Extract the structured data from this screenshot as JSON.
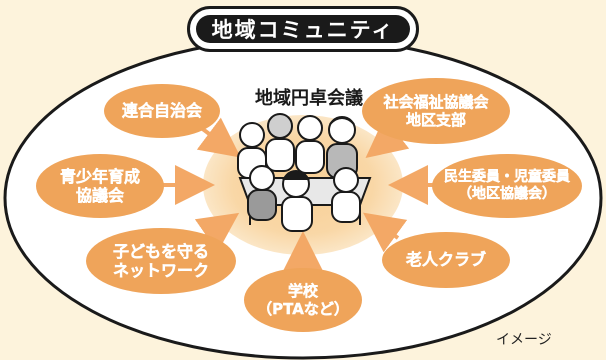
{
  "title": "地域コミュニティ",
  "center": {
    "label": "地域円卓会議"
  },
  "participants": [
    {
      "label": "連合自治会",
      "line2": ""
    },
    {
      "label": "社会福祉協議会",
      "line2": "地区支部"
    },
    {
      "label": "青少年育成",
      "line2": "協議会"
    },
    {
      "label": "民生委員・児童委員",
      "line2": "（地区協議会）"
    },
    {
      "label": "子どもを守る",
      "line2": "ネットワーク"
    },
    {
      "label": "老人クラブ",
      "line2": ""
    },
    {
      "label": "学校",
      "line2": "（PTAなど）"
    }
  ],
  "caption": "イメージ",
  "colors": {
    "background": "#fdf3dc",
    "ellipse_fill": "#ffffff",
    "ellipse_stroke": "#1a1a1a",
    "bubble": "#efa45a",
    "center_glow": "#f8cf95",
    "arrow": "#f3a866",
    "table": "#e8e8e8"
  }
}
